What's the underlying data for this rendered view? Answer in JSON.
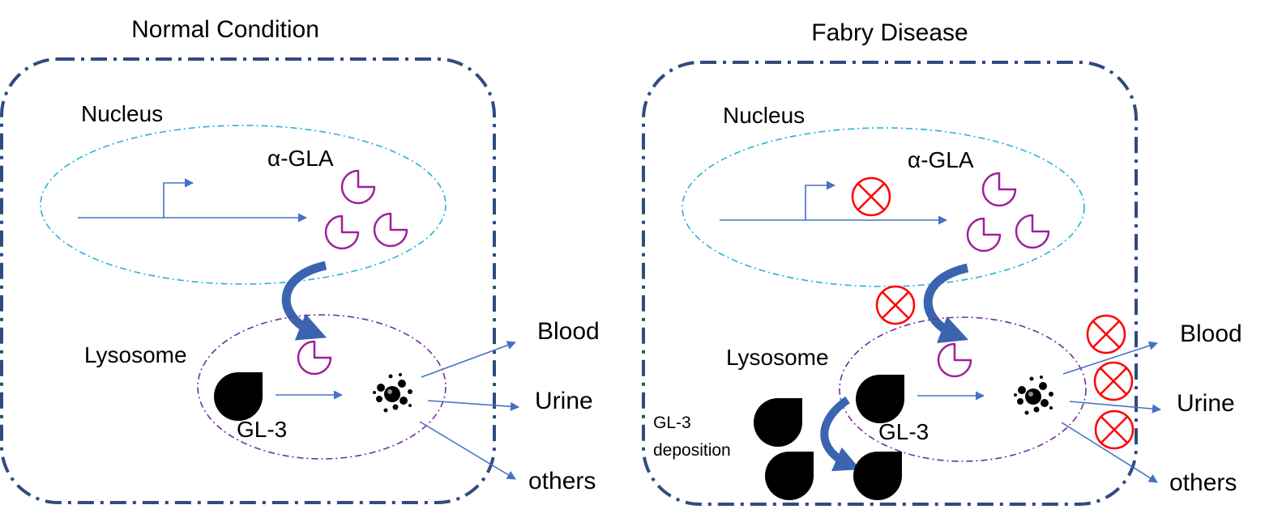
{
  "panels": {
    "normal": {
      "title": "Normal Condition",
      "nucleus_label": "Nucleus",
      "enzyme_label": "α-GLA",
      "lysosome_label": "Lysosome",
      "substrate_label": "GL-3",
      "outputs": [
        "Blood",
        "Urine",
        "others"
      ]
    },
    "fabry": {
      "title": "Fabry Disease",
      "nucleus_label": "Nucleus",
      "enzyme_label": "α-GLA",
      "lysosome_label": "Lysosome",
      "substrate_label": "GL-3",
      "deposition_label_line1": "GL-3",
      "deposition_label_line2": "deposition",
      "outputs": [
        "Blood",
        "Urine",
        "others"
      ]
    }
  },
  "colors": {
    "cell_border": "#2f4b80",
    "nucleus_border": "#27b3d6",
    "lysosome_border": "#7030a0",
    "enzyme": "#a0209a",
    "arrow": "#4472c4",
    "transport_arrow": "#3b64b0",
    "block_mark": "#ff0000"
  },
  "icons": {
    "enzyme": "pacman-shape",
    "substrate": "teardrop-shape",
    "fragments": "dot-cluster",
    "block": "circled-x-icon"
  }
}
